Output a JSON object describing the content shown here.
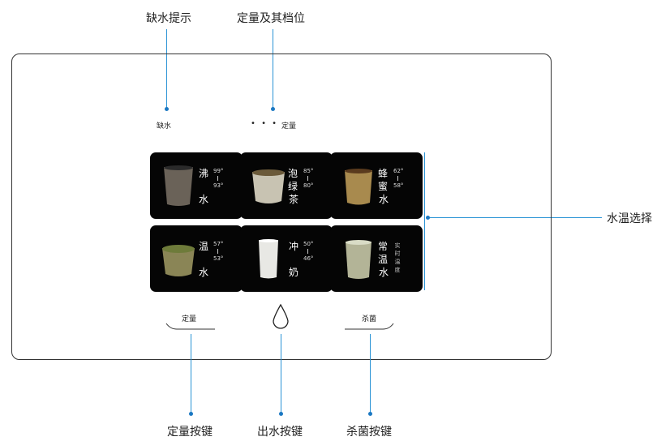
{
  "callouts": {
    "low_water_hint": "缺水提示",
    "quantity_levels": "定量及其档位",
    "temp_select": "水温选择",
    "quantity_key": "定量按键",
    "dispense_key": "出水按键",
    "sterilize_key": "杀菌按键"
  },
  "panel": {
    "low_water_label": "缺水",
    "quantity_indicator_label": "定量",
    "quantity_dots": "• • •",
    "quantity_button_label": "定量",
    "sterilize_button_label": "杀菌"
  },
  "tiles": [
    {
      "name": "沸水",
      "name_top": "沸",
      "name_bottom": "水",
      "temp_high": "99°",
      "temp_low": "93°",
      "cup_color": "#6a6258"
    },
    {
      "name": "泡绿茶",
      "name_top": "泡绿",
      "name_bottom": "茶",
      "temp_high": "85°",
      "temp_low": "80°",
      "cup_color": "#c8c3b2"
    },
    {
      "name": "蜂蜜水",
      "name_top": "蜂蜜",
      "name_bottom": "水",
      "temp_high": "62°",
      "temp_low": "58°",
      "cup_color": "#a88a4e"
    },
    {
      "name": "温水",
      "name_top": "温",
      "name_bottom": "水",
      "temp_high": "57°",
      "temp_low": "53°",
      "cup_color": "#8a8556"
    },
    {
      "name": "冲奶",
      "name_top": "冲",
      "name_bottom": "奶",
      "temp_high": "50°",
      "temp_low": "46°",
      "cup_color": "#e8e8e4"
    },
    {
      "name": "常温水",
      "name_top": "常温",
      "name_bottom": "水",
      "desc": "实时温度",
      "cup_color": "#b3b497"
    }
  ],
  "colors": {
    "callout_line": "#2a93d5",
    "tile_bg": "#050505",
    "panel_border": "#333333"
  },
  "icons": {
    "dispense": "water-drop-icon"
  }
}
